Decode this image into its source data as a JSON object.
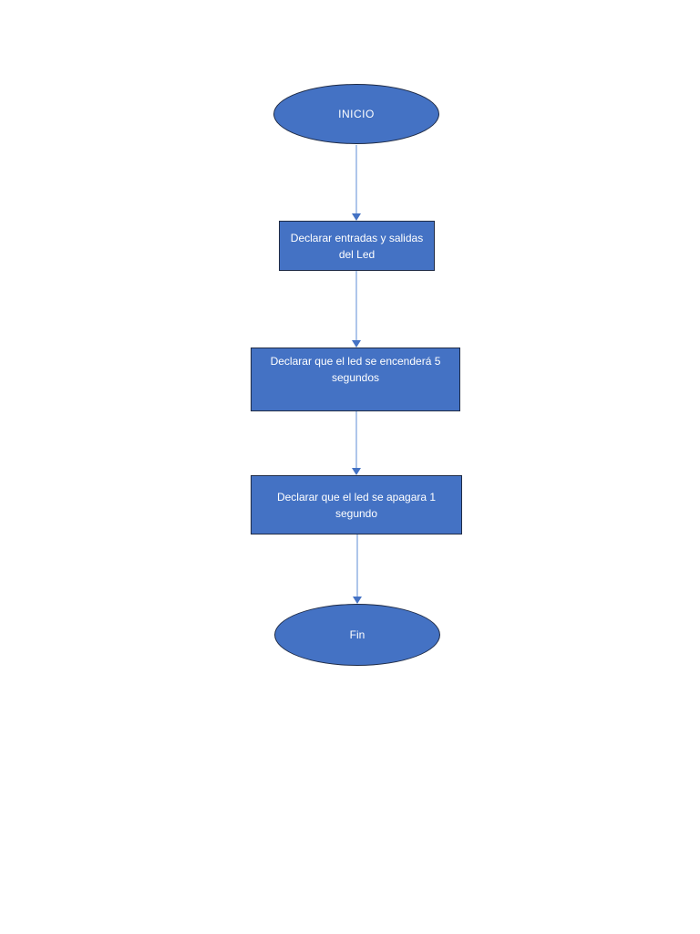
{
  "flowchart": {
    "nodes": [
      {
        "id": "start",
        "type": "terminator",
        "shape": "ellipse",
        "label": "INICIO"
      },
      {
        "id": "step1",
        "type": "process",
        "shape": "rectangle",
        "label": "Declarar entradas y salidas del Led"
      },
      {
        "id": "step2",
        "type": "process",
        "shape": "rectangle",
        "label": "Declarar que el led se encenderá 5 segundos"
      },
      {
        "id": "step3",
        "type": "process",
        "shape": "rectangle",
        "label": "Declarar que el led se apagara 1 segundo"
      },
      {
        "id": "end",
        "type": "terminator",
        "shape": "ellipse",
        "label": "Fin"
      }
    ],
    "connectors": [
      {
        "from": "start",
        "to": "step1",
        "direction": "down"
      },
      {
        "from": "step1",
        "to": "step2",
        "direction": "down"
      },
      {
        "from": "step2",
        "to": "step3",
        "direction": "down"
      },
      {
        "from": "step3",
        "to": "end",
        "direction": "down"
      }
    ],
    "colors": {
      "shape_fill": "#4472c4",
      "shape_border": "#1f2b45",
      "connector_line": "#aec6ea",
      "arrowhead": "#4472c4",
      "text": "#ffffff",
      "page_background": "#ffffff"
    }
  }
}
